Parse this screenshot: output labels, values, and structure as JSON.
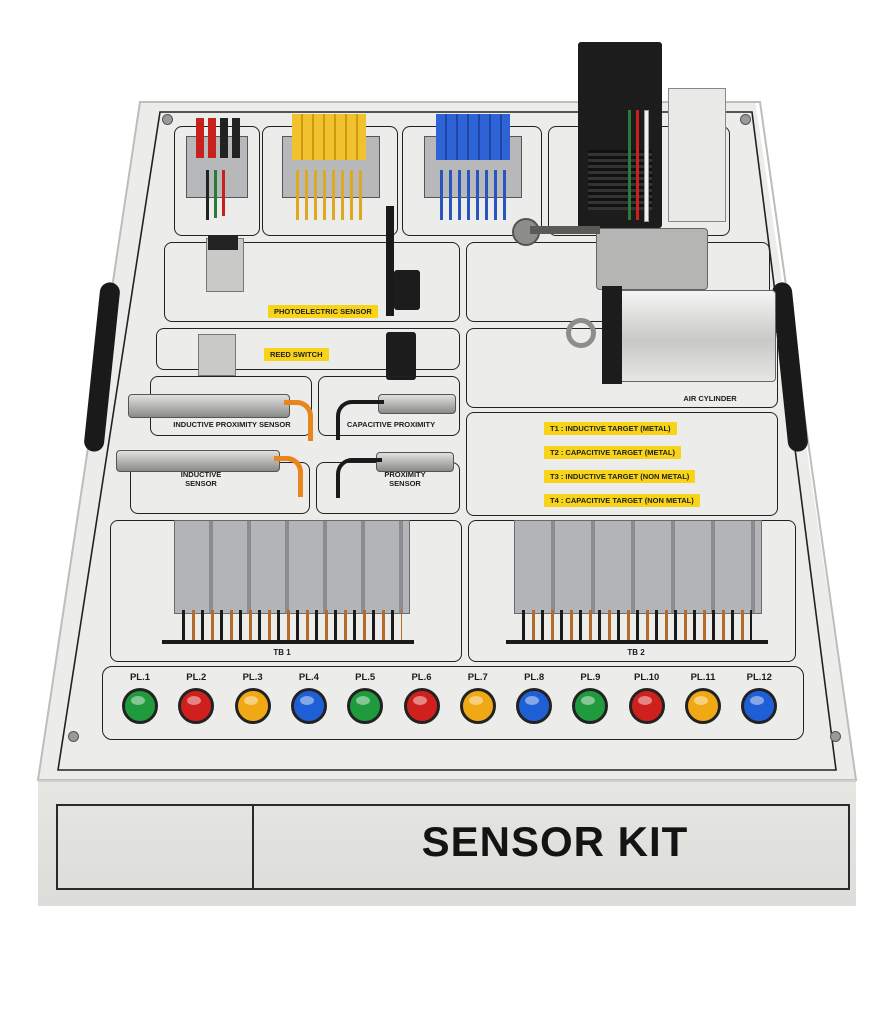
{
  "panel": {
    "title": "SENSOR KIT"
  },
  "labels": {
    "photoelectric": "PHOTOELECTRIC SENSOR",
    "reed": "REED SWITCH",
    "inductive_prox": "INDUCTIVE PROXIMITY SENSOR",
    "capacitive_prox": "CAPACITIVE PROXIMITY",
    "inductive_sensor": "INDUCTIVE SENSOR",
    "proximity_sensor": "PROXIMITY SENSOR",
    "air_cylinder": "AIR CYLINDER",
    "tb1": "TB 1",
    "tb2": "TB 2"
  },
  "targets": [
    "T1 : INDUCTIVE TARGET (METAL)",
    "T2 : CAPACITIVE TARGET (METAL)",
    "T3 : INDUCTIVE TARGET (NON METAL)",
    "T4 : CAPACITIVE TARGET (NON METAL)"
  ],
  "pilot_lamps": [
    {
      "label": "PL.1",
      "color": "#1f9a3c"
    },
    {
      "label": "PL.2",
      "color": "#d0201e"
    },
    {
      "label": "PL.3",
      "color": "#f0a915"
    },
    {
      "label": "PL.4",
      "color": "#1f5fd6"
    },
    {
      "label": "PL.5",
      "color": "#1f9a3c"
    },
    {
      "label": "PL.6",
      "color": "#d0201e"
    },
    {
      "label": "PL.7",
      "color": "#f0a915"
    },
    {
      "label": "PL.8",
      "color": "#1f5fd6"
    },
    {
      "label": "PL.9",
      "color": "#1f9a3c"
    },
    {
      "label": "PL.10",
      "color": "#d0201e"
    },
    {
      "label": "PL.11",
      "color": "#f0a915"
    },
    {
      "label": "PL.12",
      "color": "#1f5fd6"
    }
  ],
  "colors": {
    "label_yellow": "#f7d417",
    "terminal_yellow": "#f2c12e",
    "terminal_blue": "#2e63d6",
    "terminal_red": "#c8201c"
  }
}
